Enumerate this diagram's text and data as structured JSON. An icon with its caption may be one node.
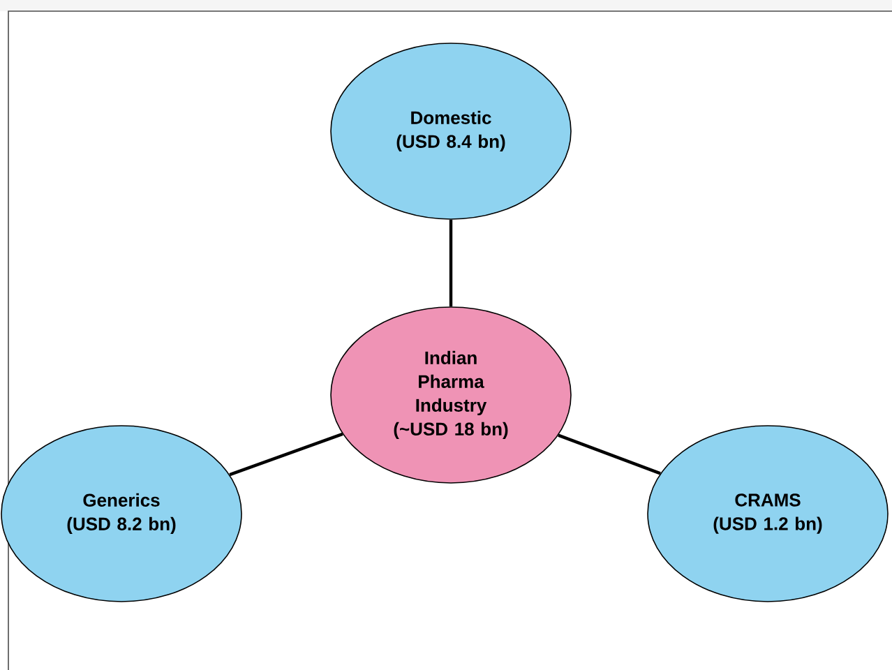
{
  "diagram": {
    "nodes": [
      {
        "text": [
          "Domestic (USD 8.4 bn)"
        ]
      },
      {
        "text": [
          "Indian Pharma Industry (~USD 18 bn)"
        ]
      },
      {
        "text": [
          "Generics (USD 8.2 bn)"
        ]
      },
      {
        "text": [
          "CRAMS (USD 1.2 bn)"
        ]
      }
    ],
    "edges": [
      {
        "from": 1,
        "to": 0,
        "arrow": "none"
      },
      {
        "from": 1,
        "to": 2,
        "arrow": "none"
      },
      {
        "from": 1,
        "to": 3,
        "arrow": "none"
      }
    ]
  }
}
